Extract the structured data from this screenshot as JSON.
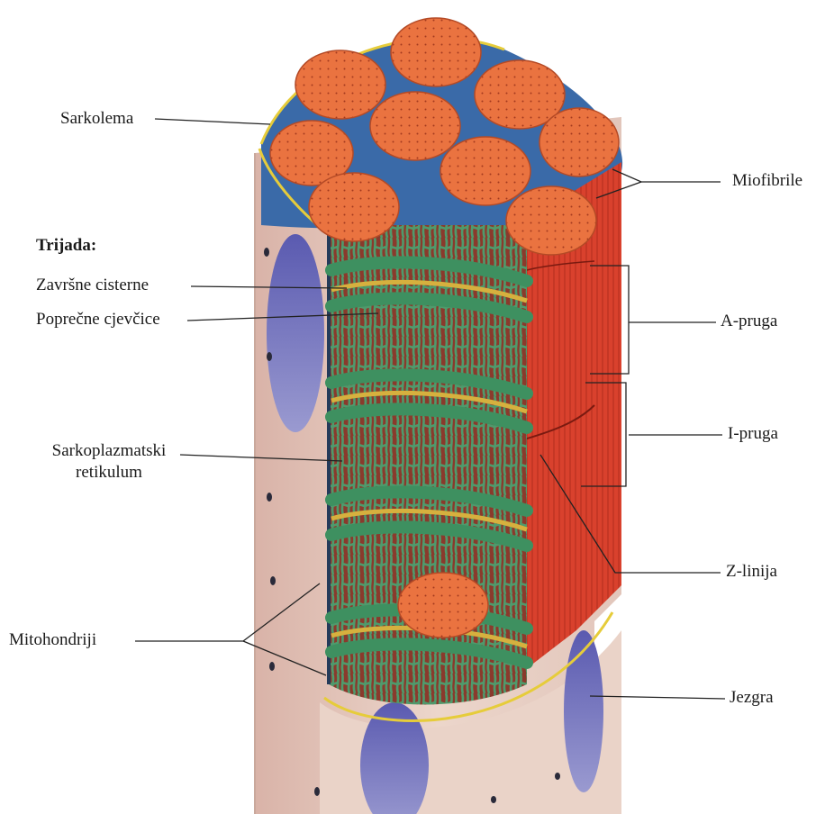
{
  "labels": {
    "sarkolema": "Sarkolema",
    "trijada": "Trijada:",
    "zavrsne_cisterne": "Završne cisterne",
    "poprecne_cjevcice": "Poprečne cjevčice",
    "sarkoplazmatski_1": "Sarkoplazmatski",
    "sarkoplazmatski_2": "retikulum",
    "mitohondriji": "Mitohondriji",
    "miofibrile": "Miofibrile",
    "a_pruga": "A-pruga",
    "i_pruga": "I-pruga",
    "z_linija": "Z-linija",
    "jezgra": "Jezgra"
  },
  "colors": {
    "myofibril": "#e8703e",
    "myofibril_side": "#d8402c",
    "reticulum": "#3f8a5c",
    "t_tubule": "#d9b44a",
    "sarcoplasm": "#e7cfc4",
    "nucleus": "#6f6fb8",
    "membrane": "#2f5fa8"
  }
}
